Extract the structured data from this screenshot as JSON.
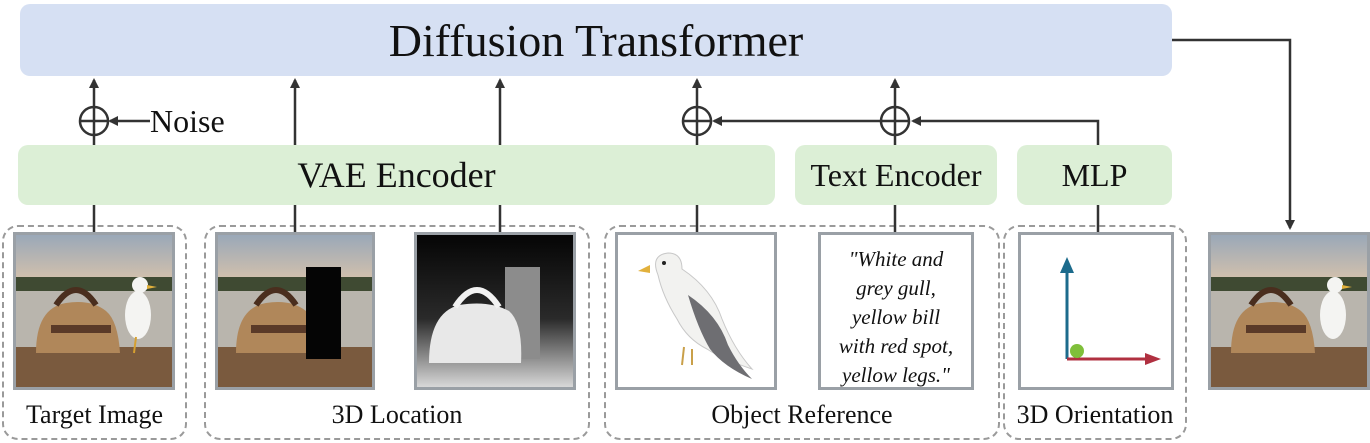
{
  "blocks": {
    "dit": "Diffusion Transformer",
    "vae": "VAE Encoder",
    "text_encoder": "Text Encoder",
    "mlp": "MLP"
  },
  "noise_label": "Noise",
  "groups": {
    "target": "Target Image",
    "location": "3D Location",
    "reference": "Object Reference",
    "orientation": "3D Orientation"
  },
  "prompt_text": "\"White and grey gull, yellow bill with red spot, yellow legs.\"",
  "prompt_lines": [
    "\"White and",
    "grey gull,",
    "yellow bill",
    "with red spot,",
    "yellow legs.\""
  ],
  "colors": {
    "dit_fill": "#d6e0f3",
    "encoder_fill": "#dcefd6",
    "arrow": "#333333",
    "axis_up": "#1c6b8c",
    "axis_right": "#b03040",
    "dot": "#7fbf3a"
  }
}
